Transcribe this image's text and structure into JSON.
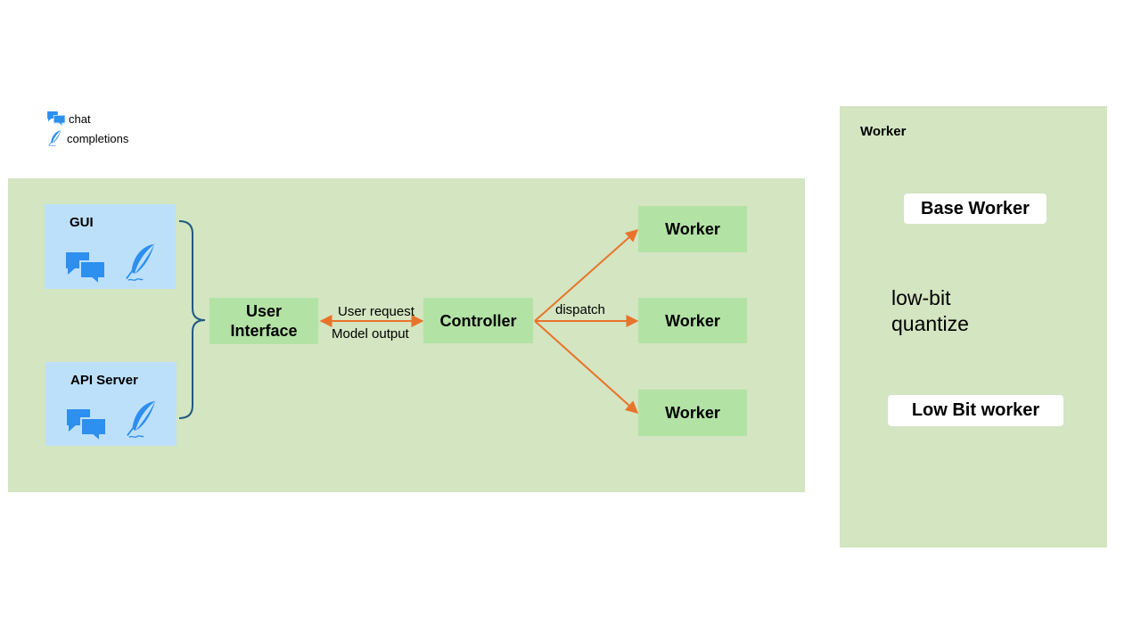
{
  "legend": {
    "chat_label": "chat",
    "completions_label": "completions",
    "chat_icon": "chat-bubbles-icon",
    "completions_icon": "feather-quill-icon"
  },
  "clients": {
    "gui_label": "GUI",
    "api_label": "API Server"
  },
  "flow": {
    "user_interface_label": "User\nInterface",
    "user_request_label": "User request",
    "model_output_label": "Model output",
    "controller_label": "Controller",
    "dispatch_label": "dispatch",
    "workers": [
      "Worker",
      "Worker",
      "Worker"
    ]
  },
  "worker_panel": {
    "title": "Worker",
    "base_worker_label": "Base Worker",
    "quantize_label": "low-bit\nquantize",
    "low_bit_worker_label": "Low Bit worker"
  },
  "colors": {
    "panel": "#d3e5c1",
    "client_box": "#bde0fa",
    "node_box": "#b3e2a5",
    "arrow": "#e8732a",
    "bracket": "#1f5a80",
    "icon": "#2d8ff0"
  }
}
